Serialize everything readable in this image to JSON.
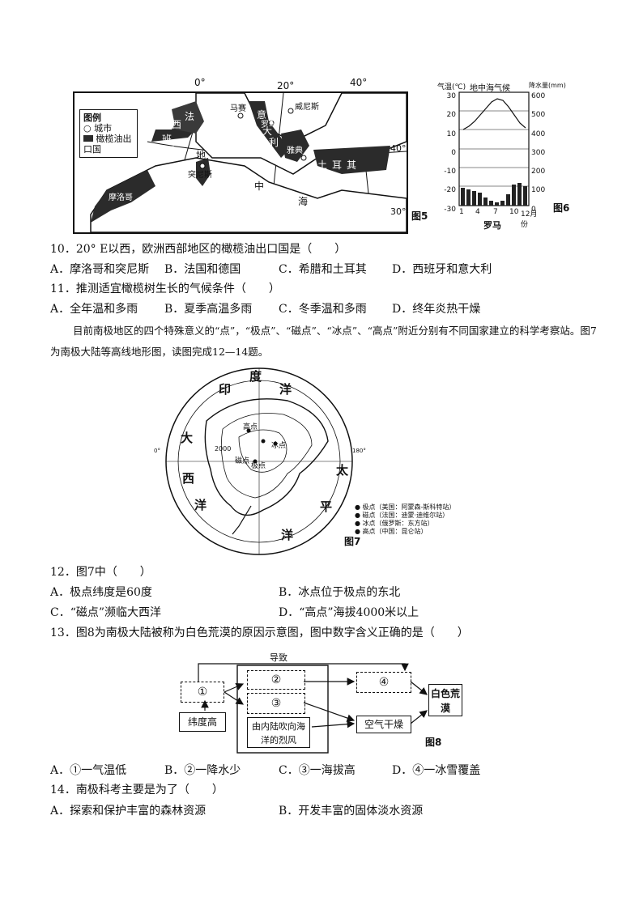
{
  "fig5": {
    "lon_labels": [
      "0°",
      "20°",
      "40°"
    ],
    "lat_labels": [
      "40°",
      "30°"
    ],
    "legend_title": "图例",
    "legend_city": "城市",
    "legend_olive": "橄榄油出口国",
    "places": [
      "马赛",
      "罗马",
      "威尼斯",
      "雅典",
      "突尼斯",
      "地",
      "中",
      "海",
      "土",
      "耳",
      "其",
      "西",
      "班",
      "牙",
      "摩洛哥",
      "意",
      "大",
      "利",
      "法"
    ],
    "label": "图5"
  },
  "fig6": {
    "title": "地中海气候",
    "left_axis_title": "气温(℃)",
    "right_axis_title": "降水量(mm)",
    "left_ticks": [
      "30",
      "20",
      "10",
      "0",
      "-10",
      "-20",
      "-30"
    ],
    "right_ticks": [
      "600",
      "500",
      "400",
      "300",
      "200",
      "100",
      "0"
    ],
    "x_ticks": [
      "1",
      "4",
      "7",
      "10",
      "12月份"
    ],
    "city": "罗马",
    "label": "图6"
  },
  "q10": {
    "stem": "10．20° E以西，欧洲西部地区的橄榄油出口国是（　　）",
    "options": [
      "A．摩洛哥和突尼斯",
      "B．法国和德国",
      "C．希腊和土耳其",
      "D．西班牙和意大利"
    ]
  },
  "q11": {
    "stem": "11．推测适宜橄榄树生长的气候条件（　　）",
    "options": [
      "A．全年温和多雨",
      "B．夏季高温多雨",
      "C．冬季温和多雨",
      "D．终年炎热干燥"
    ]
  },
  "intro": "目前南极地区的四个特殊意义的“点”，“极点”、“磁点”、“冰点”、“高点”附近分别有不同国家建立的科学考察站。图7为南极大陆等高线地形图，读图完成12—14题。",
  "fig7": {
    "oceans": [
      "印",
      "度",
      "洋",
      "大",
      "西",
      "洋",
      "太",
      "平",
      "洋"
    ],
    "points": [
      "高点",
      "冰点",
      "磁点",
      "极点"
    ],
    "contour": "2000",
    "legend": [
      "● 极点（美国：阿蒙森-斯科特站）",
      "● 磁点（法国：迪蒙·迪维尔站）",
      "● 冰点（俄罗斯：东方站）",
      "● 高点（中国：昆仑站）"
    ],
    "lon_left": "0°",
    "lon_right": "180°",
    "label": "图7"
  },
  "q12": {
    "stem": "12．图7中（　　）",
    "options": [
      "A．极点纬度是60度",
      "B．冰点位于极点的东北",
      "C．“磁点”濒临大西洋",
      "D．“高点”海拔4000米以上"
    ]
  },
  "q13": {
    "stem": "13．图8为南极大陆被称为白色荒漠的原因示意图，图中数字含义正确的是（　　）",
    "options": [
      "A．①一气温低",
      "B．②一降水少",
      "C．③一海拔高",
      "D．④一冰雪覆盖"
    ]
  },
  "fig8": {
    "top_label": "导致",
    "box1": "①",
    "box2": "②",
    "box3": "③",
    "box4": "④",
    "latitude": "纬度高",
    "wind": "由内陆吹向海洋的烈风",
    "dry": "空气干燥",
    "desert": "白色荒漠",
    "label": "图8"
  },
  "q14": {
    "stem": "14．南极科考主要是为了（　　）",
    "options": [
      "A．探索和保护丰富的森林资源",
      "B．开发丰富的固体淡水资源"
    ]
  }
}
